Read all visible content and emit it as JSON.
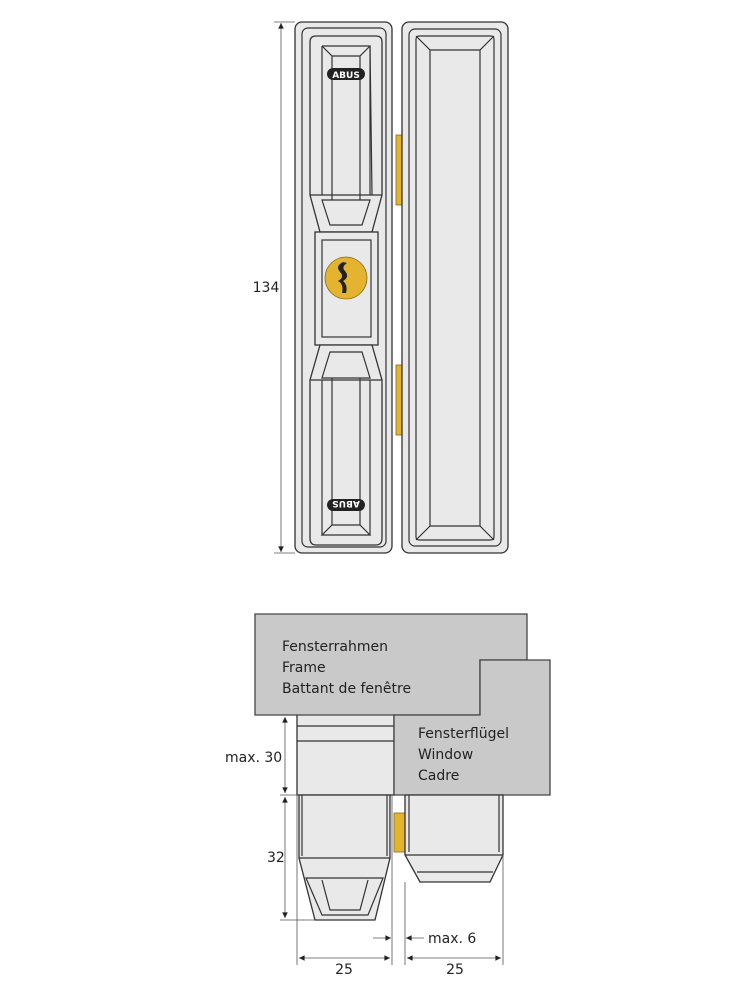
{
  "top_view": {
    "dimension_height": "134",
    "brand_logo": "ABUS"
  },
  "section_view": {
    "frame_labels": [
      "Fensterrahmen",
      "Frame",
      "Battant de fenêtre"
    ],
    "window_labels": [
      "Fensterflügel",
      "Window",
      "Cadre"
    ],
    "dim_max_depth": "max. 30",
    "dim_height": "32",
    "dim_width_left": "25",
    "dim_width_right": "25",
    "dim_gap": "max. 6"
  },
  "colors": {
    "accent_gold": "#e4b32f",
    "part_fill": "#e9e9e9",
    "section_fill": "#c9c9c9"
  }
}
